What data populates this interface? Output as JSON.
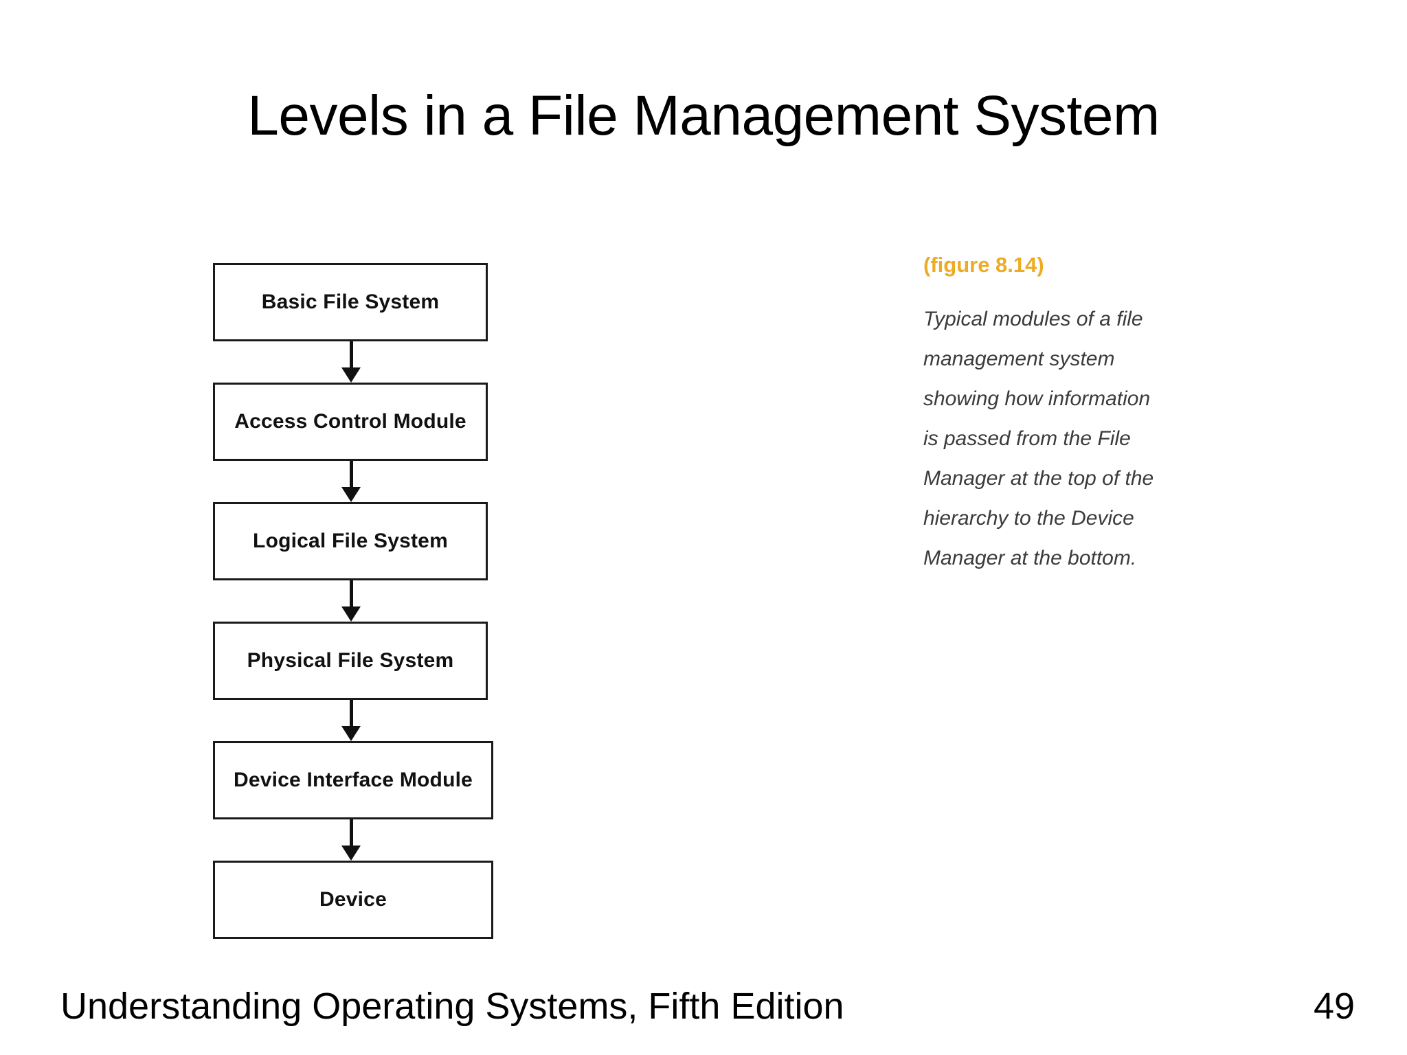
{
  "slide": {
    "title": "Levels in a File Management System"
  },
  "diagram": {
    "name": "file-management-levels-flow",
    "nodes": [
      {
        "label": "Basic File System"
      },
      {
        "label": "Access Control Module"
      },
      {
        "label": "Logical File System"
      },
      {
        "label": "Physical File System"
      },
      {
        "label": "Device Interface Module"
      },
      {
        "label": "Device"
      }
    ],
    "arrow_count": 5,
    "arrow_direction": "down"
  },
  "figure_caption": {
    "number": "(figure 8.14)",
    "number_color": "#edab24",
    "lines": [
      "Typical modules of a file",
      "management system",
      "showing how information",
      "is passed from the File",
      "Manager at the top of the",
      "hierarchy to the Device",
      "Manager at the bottom."
    ]
  },
  "footer": {
    "source": "Understanding Operating Systems, Fifth Edition",
    "page_number": "49"
  }
}
